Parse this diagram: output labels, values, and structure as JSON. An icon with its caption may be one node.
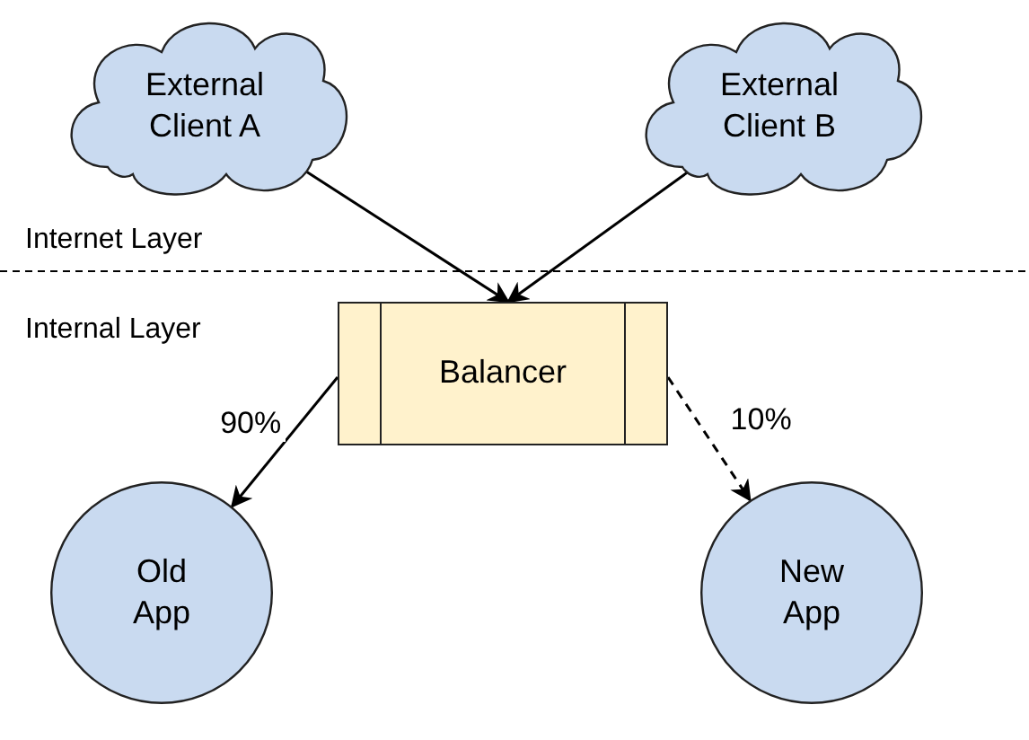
{
  "diagram": {
    "nodes": [
      {
        "text": [
          "External Client A"
        ]
      },
      {
        "text": [
          "External Client B"
        ]
      },
      {
        "text": [
          "Balancer"
        ]
      },
      {
        "text": [
          "Old App"
        ]
      },
      {
        "text": [
          "New App"
        ]
      }
    ],
    "edges": [
      {
        "from": 0,
        "to": 2,
        "arrow": "to"
      },
      {
        "from": 1,
        "to": 2,
        "arrow": "to"
      },
      {
        "from": 2,
        "to": 3,
        "arrow": "to",
        "label": "90%"
      },
      {
        "from": 2,
        "to": 4,
        "arrow": "to",
        "label": "10%",
        "style": "dashed"
      }
    ],
    "labels": [
      "Internet Layer",
      "Internal Layer"
    ]
  }
}
